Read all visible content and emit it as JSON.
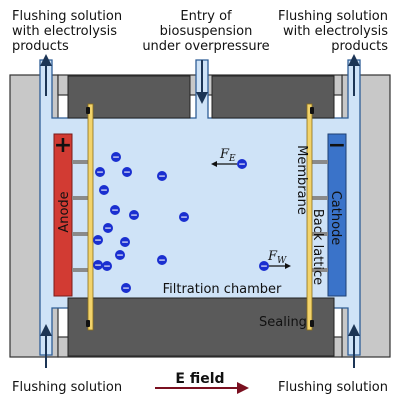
{
  "labels": {
    "flush_out_left_1": "Flushing solution",
    "flush_out_left_2": "with electrolysis",
    "flush_out_left_3": "products",
    "entry_1": "Entry of",
    "entry_2": "biosuspension",
    "entry_3": "under overpressure",
    "flush_out_right_1": "Flushing solution",
    "flush_out_right_2": "with electrolysis",
    "flush_out_right_3": "products",
    "anode": "Anode",
    "cathode": "Cathode",
    "membrane": "Membrane",
    "back_lattice": "Back lattice",
    "filtration_chamber": "Filtration chamber",
    "sealing": "Sealing",
    "flush_in_left": "Flushing solution",
    "flush_in_right": "Flushing solution",
    "e_field": "E field",
    "plus_sign": "+",
    "minus_sign": "−",
    "particle_charge": "−",
    "force_e_main": "F",
    "force_e_sub": "E",
    "force_w_main": "F",
    "force_w_sub": "W"
  },
  "colors": {
    "housing": "#c8c8c8",
    "block": "#5a5a5a",
    "liquid": "#cfe3f7",
    "channel_outline": "#2f5e96",
    "anode": "#d23b33",
    "cathode": "#3a73c9",
    "membrane": "#f2d36b",
    "particle": "#1a2fd0",
    "arrow": "#1c3555",
    "e_field_arrow": "#7a1020"
  }
}
